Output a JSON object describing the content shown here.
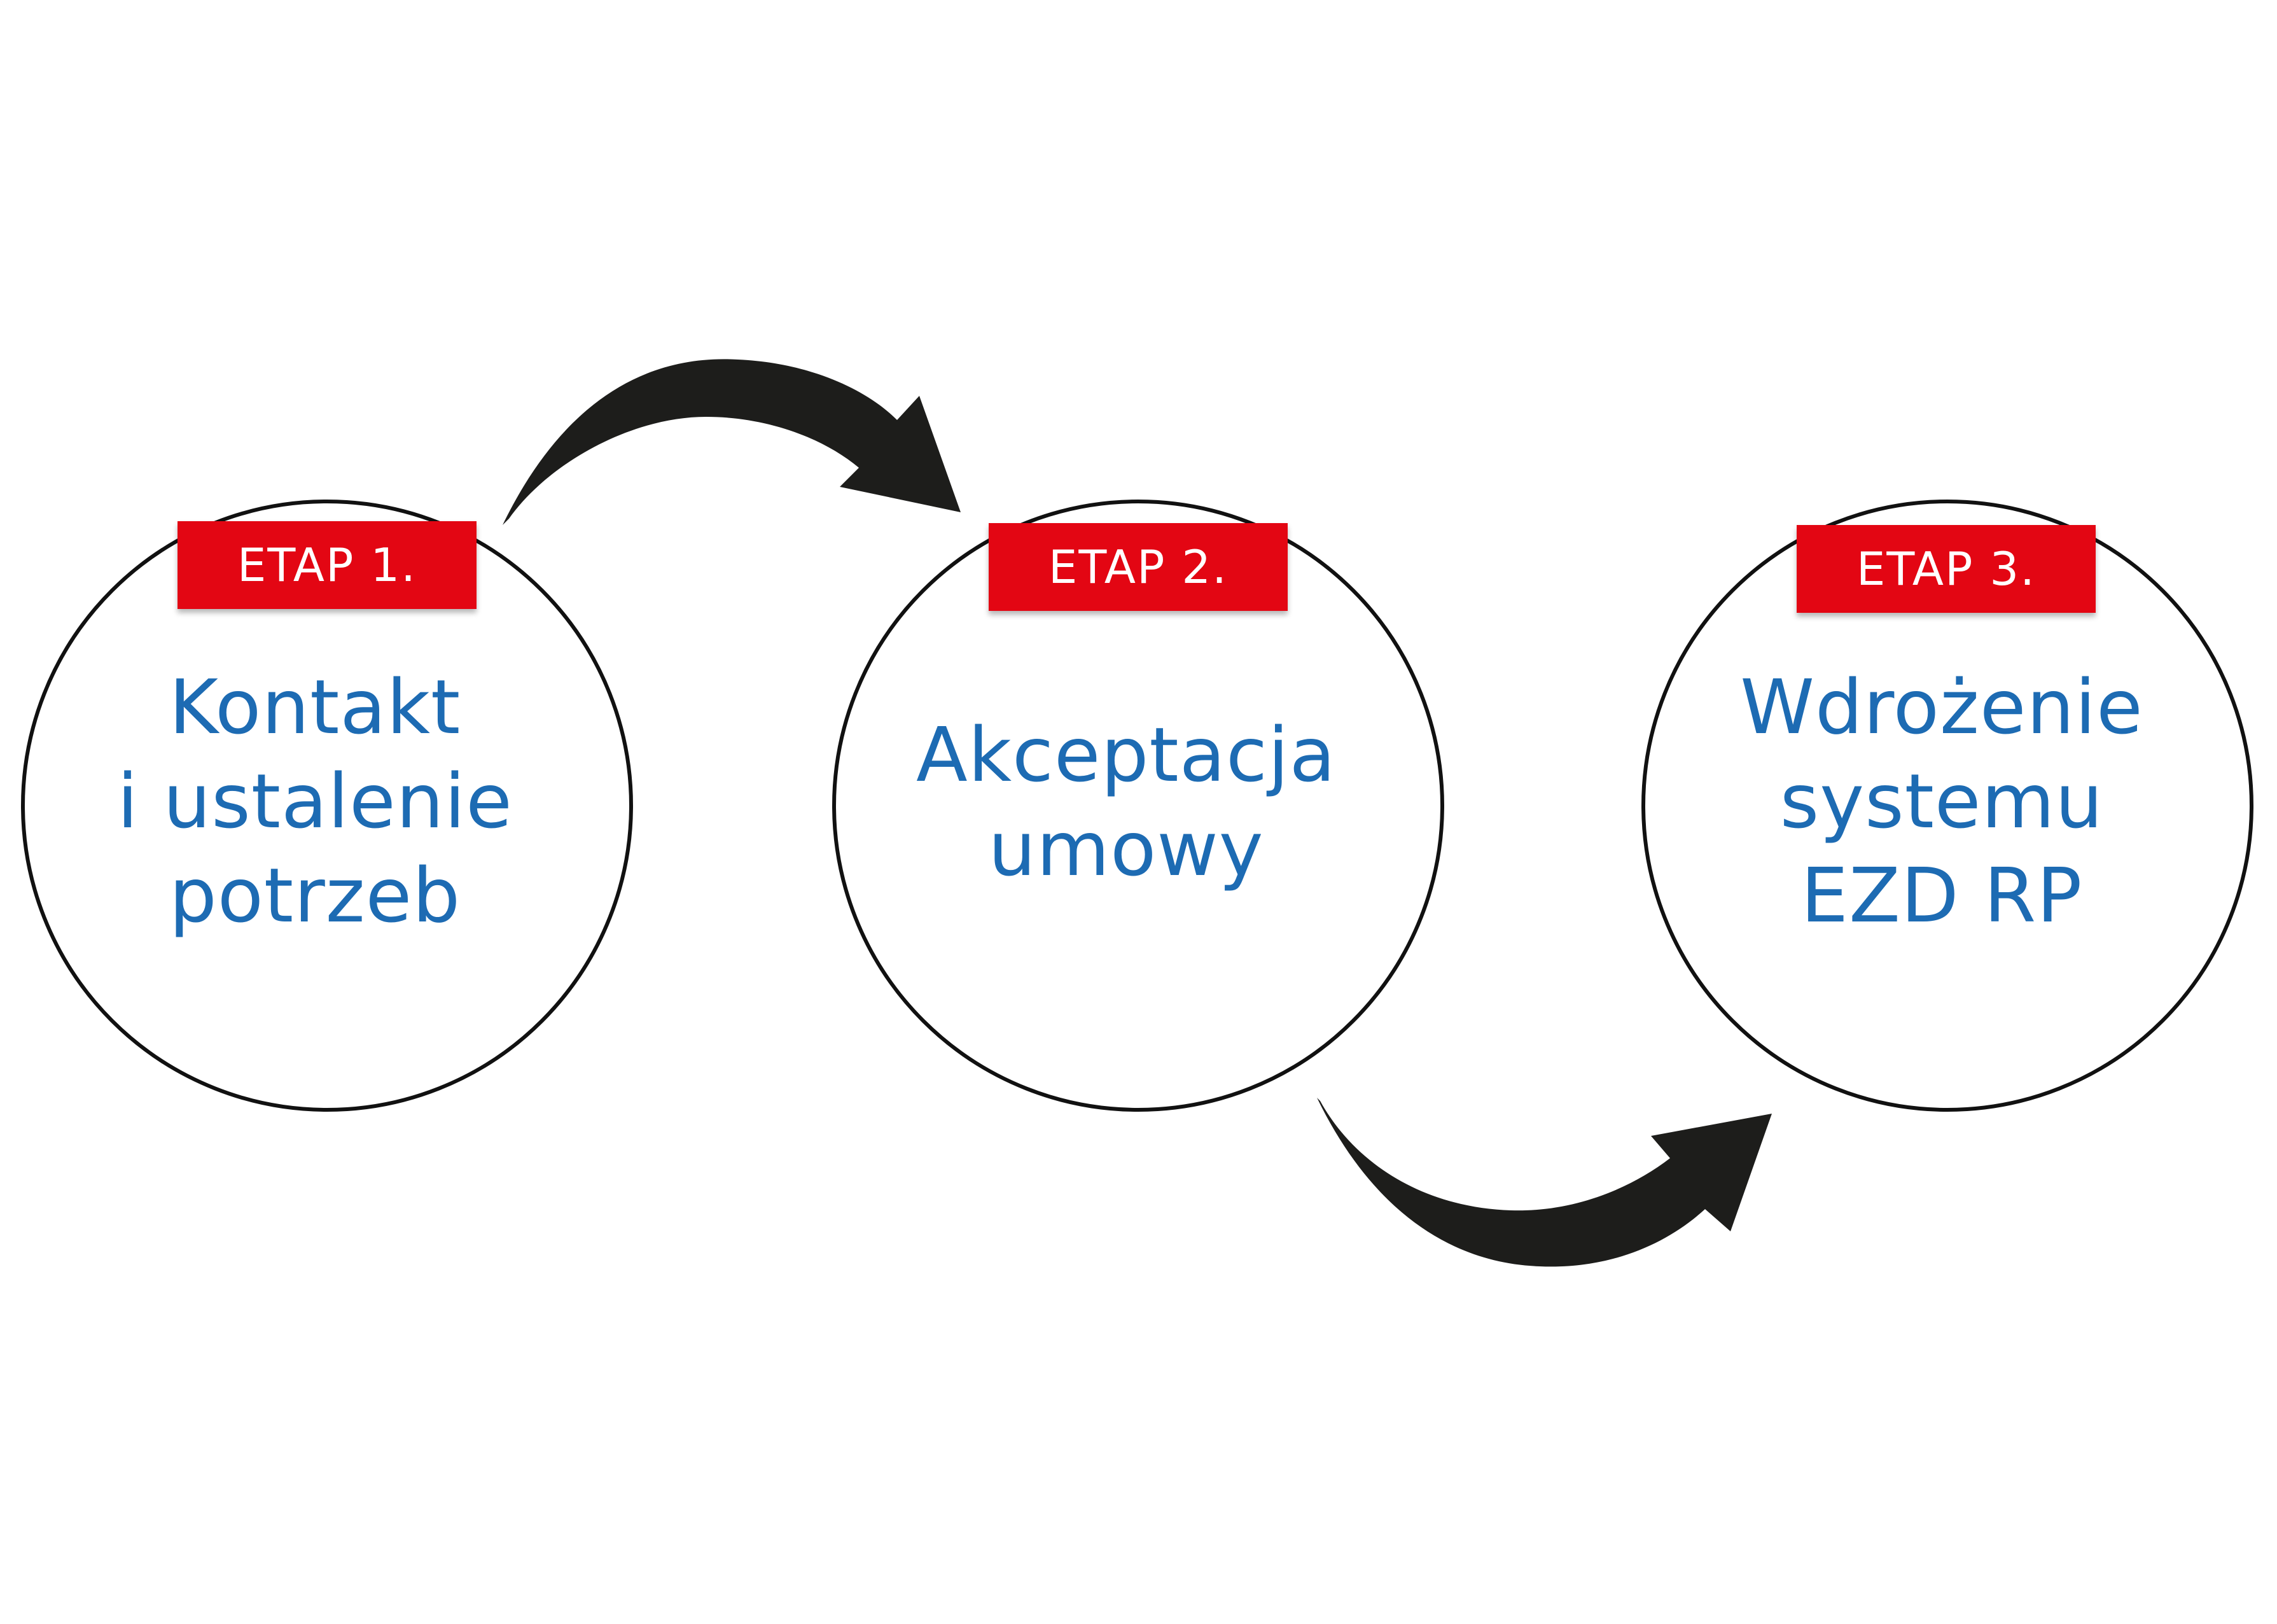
{
  "colors": {
    "badge": "#e30613",
    "badge_text": "#ffffff",
    "title_text": "#1d6bb3",
    "circle_stroke": "#111111",
    "arrow": "#1d1d1b"
  },
  "stages": [
    {
      "badge": "ETAP 1.",
      "title_lines": [
        "Kontakt",
        "i ustalenie",
        "potrzeb"
      ]
    },
    {
      "badge": "ETAP 2.",
      "title_lines": [
        "Akceptacja",
        "umowy"
      ]
    },
    {
      "badge": "ETAP 3.",
      "title_lines": [
        "Wdrożenie",
        "systemu",
        "EZD RP"
      ]
    }
  ],
  "arrows": [
    {
      "from": "stage-1",
      "to": "stage-2",
      "shape": "curved-arrow-up"
    },
    {
      "from": "stage-2",
      "to": "stage-3",
      "shape": "curved-arrow-down"
    }
  ]
}
